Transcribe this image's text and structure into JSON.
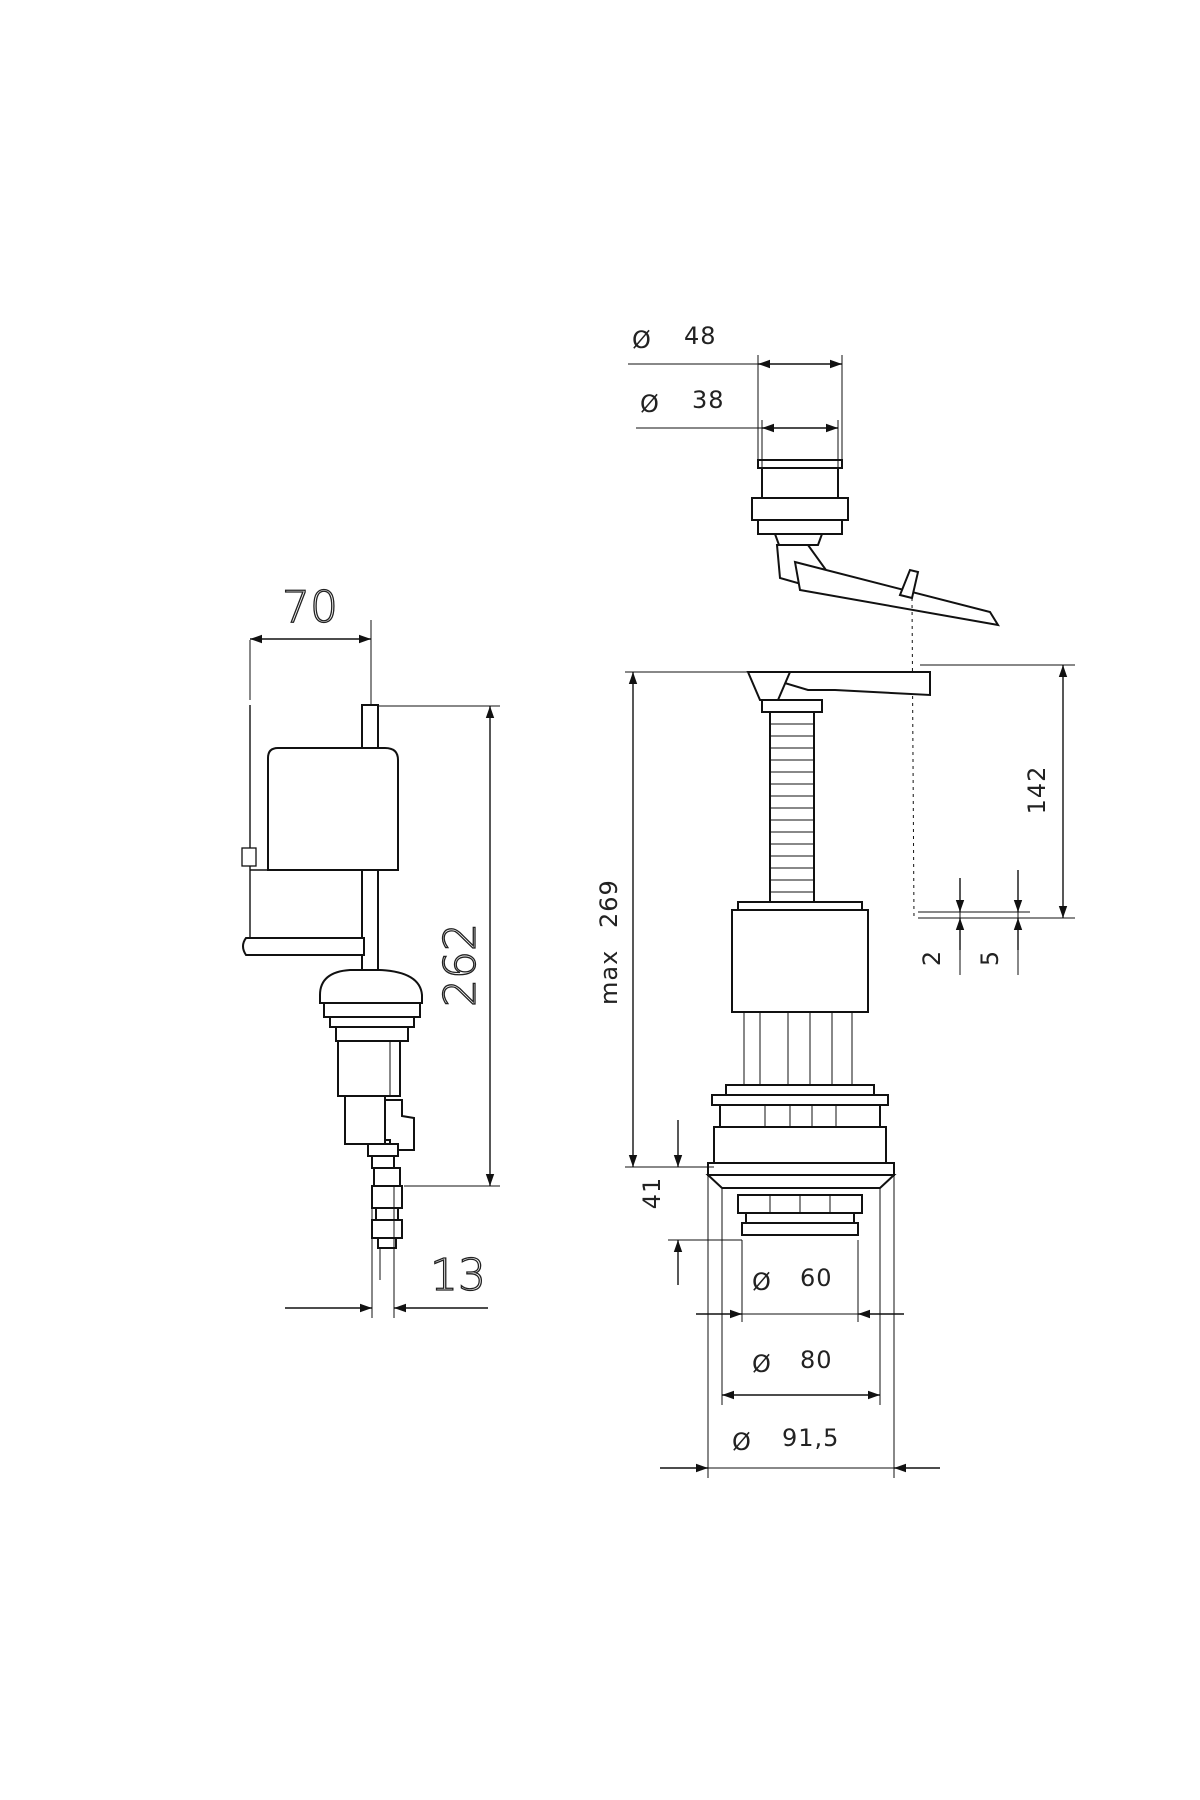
{
  "fill_valve": {
    "width_label": "70",
    "height_label": "262",
    "pipe_label": "13"
  },
  "flush_valve": {
    "button_outer": {
      "symbol": "Ø",
      "value": "48"
    },
    "button_inner": {
      "symbol": "Ø",
      "value": "38"
    },
    "max_height": {
      "prefix": "max",
      "value": "269"
    },
    "chain_label": "142",
    "offset_a_label": "2",
    "offset_b_label": "5",
    "base_height_label": "41",
    "diameter_60": {
      "symbol": "Ø",
      "value": "60"
    },
    "diameter_80": {
      "symbol": "Ø",
      "value": "80"
    },
    "diameter_91_5": {
      "symbol": "Ø",
      "value": "91,5"
    }
  }
}
